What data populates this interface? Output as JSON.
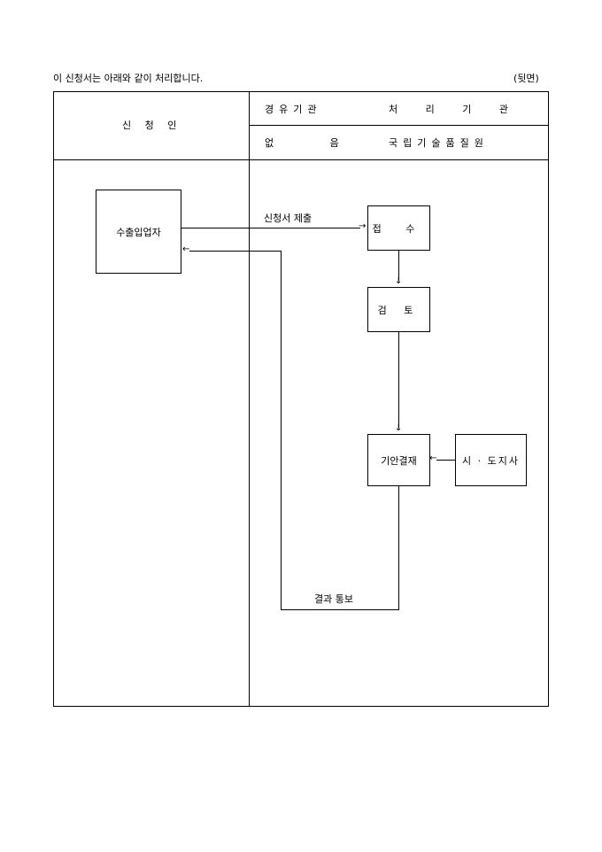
{
  "header": {
    "intro": "이 신청서는 아래와 같이 처리합니다.",
    "page_side": "(뒷면)"
  },
  "table": {
    "applicant_header": "신 청 인",
    "via_header": "경유기관",
    "processing_header": "처 리 기 관",
    "via_value": "없 음",
    "processing_value": "국립기술품질원"
  },
  "flow": {
    "exporter_box": "수출입업자",
    "submit_label": "신청서 제출",
    "receive_box": "접 수",
    "review_box": "검 토",
    "approval_box": "기안결재",
    "province_box": "시 · 도지사",
    "result_label": "결과 통보"
  }
}
